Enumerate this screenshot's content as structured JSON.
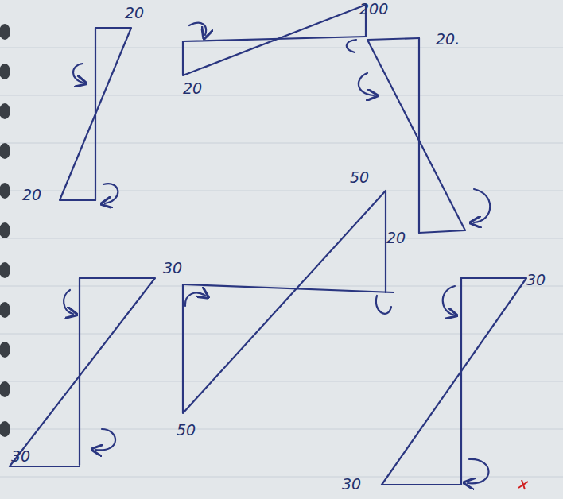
{
  "diagram": {
    "labels": [
      "20",
      "20",
      "20",
      "200",
      "20.",
      "20",
      "30",
      "30",
      "50",
      "50",
      "30",
      "30"
    ]
  }
}
